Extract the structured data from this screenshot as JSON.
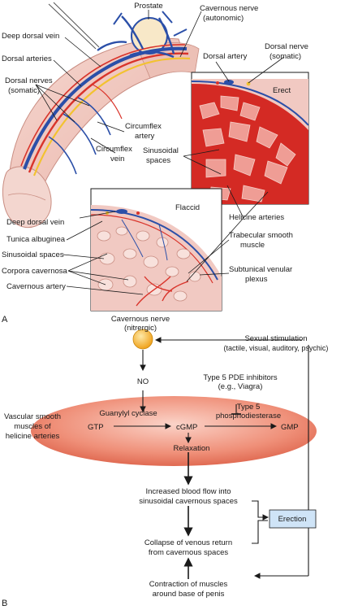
{
  "panel_a": {
    "letter": "A",
    "labels": {
      "prostate": "Prostate",
      "cavernous_nerve_1": "Cavernous nerve",
      "cavernous_nerve_2": "(autonomic)",
      "deep_dorsal_vein_top": "Deep dorsal vein",
      "dorsal_arteries": "Dorsal arteries",
      "dorsal_nerves_1": "Dorsal nerves",
      "dorsal_nerves_2": "(somatic)",
      "dorsal_artery": "Dorsal artery",
      "dorsal_nerve_1": "Dorsal nerve",
      "dorsal_nerve_2": "(somatic)",
      "erect": "Erect",
      "circ_artery_1": "Circumflex",
      "circ_artery_2": "artery",
      "circ_vein_1": "Circumflex",
      "circ_vein_2": "vein",
      "sinusoidal_right_1": "Sinusoidal",
      "sinusoidal_right_2": "spaces",
      "flaccid": "Flaccid",
      "helicine": "Helicine arteries",
      "deep_dorsal_vein_bottom": "Deep dorsal vein",
      "tunica": "Tunica albuginea",
      "sinusoidal_left": "Sinusoidal spaces",
      "trabecular_1": "Trabecular smooth",
      "trabecular_2": "muscle",
      "corpora": "Corpora cavernosa",
      "subtunical_1": "Subtunical venular",
      "subtunical_2": "plexus",
      "cavernous_artery": "Cavernous artery"
    }
  },
  "panel_b": {
    "letter": "B",
    "cav_nerve_1": "Cavernous nerve",
    "cav_nerve_2": "(nitrergic)",
    "sexual_1": "Sexual stimulation",
    "sexual_2": "(tactile, visual, auditory, psychic)",
    "no": "NO",
    "pde_1": "Type 5 PDE inhibitors",
    "pde_2": "(e.g., Viagra)",
    "vsm_1": "Vascular smooth",
    "vsm_2": "muscles of",
    "vsm_3": "helicine arteries",
    "guanylyl": "Guanylyl cyclase",
    "type5_1": "Type 5",
    "type5_2": "phosphodiesterase",
    "gtp": "GTP",
    "cgmp": "cGMP",
    "gmp": "GMP",
    "relaxation": "Relaxation",
    "flow_1": "Increased blood flow into",
    "flow_2": "sinusoidal cavernous spaces",
    "erection": "Erection",
    "collapse_1": "Collapse of venous return",
    "collapse_2": "from cavernous spaces",
    "contraction_1": "Contraction of muscles",
    "contraction_2": "around base of penis"
  },
  "colors": {
    "vein": "#2b4fa8",
    "artery": "#d9342b",
    "nerve": "#f2c230",
    "tissue": "#f1c9c2",
    "ellipse": "#e8735f",
    "erection_box": "#cfe4f7",
    "node": "#f4b026"
  }
}
